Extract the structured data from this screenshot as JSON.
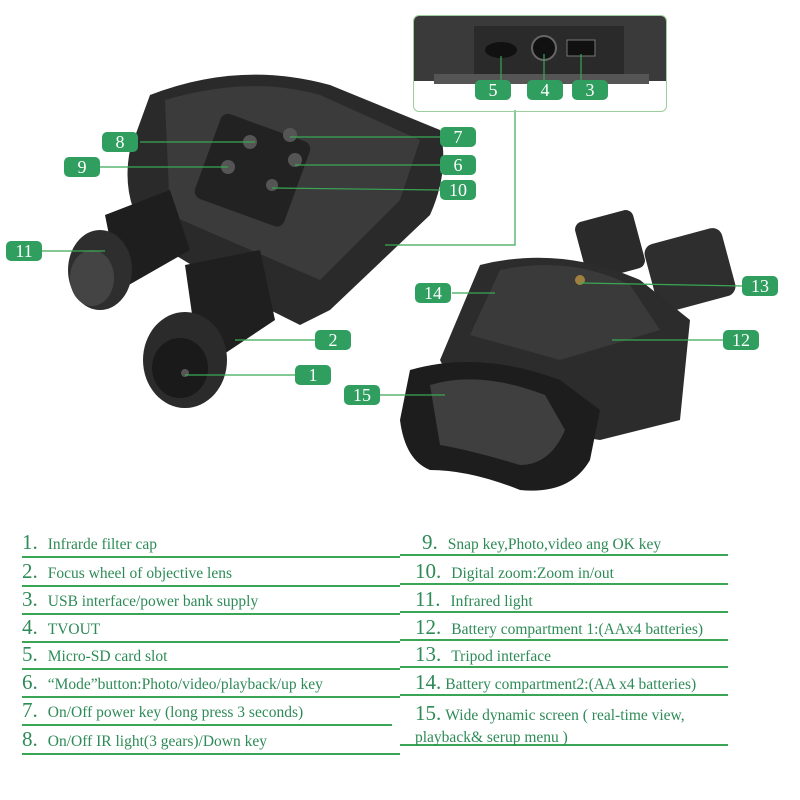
{
  "callouts": [
    "1",
    "2",
    "3",
    "4",
    "5",
    "6",
    "7",
    "8",
    "9",
    "10",
    "11",
    "12",
    "13",
    "14",
    "15"
  ],
  "legend": [
    {
      "num": "1.",
      "text": "Infrarde filter cap"
    },
    {
      "num": "2.",
      "text": "Focus wheel of objective lens"
    },
    {
      "num": "3.",
      "text": "USB interface/power bank supply"
    },
    {
      "num": "4.",
      "text": "TVOUT"
    },
    {
      "num": "5.",
      "text": "Micro-SD card slot"
    },
    {
      "num": "6.",
      "text": "“Mode”button:Photo/video/playback/up key"
    },
    {
      "num": "7.",
      "text": "On/Off power key (long press 3 seconds)"
    },
    {
      "num": "8.",
      "text": "On/Off IR light(3 gears)/Down key"
    },
    {
      "num": "9.",
      "text": "Snap key,Photo,video ang OK  key"
    },
    {
      "num": "10.",
      "text": "Digital zoom:Zoom  in/out"
    },
    {
      "num": "11.",
      "text": "Infrared light"
    },
    {
      "num": "12.",
      "text": "Battery compartment 1:(AAx4 batteries)"
    },
    {
      "num": "13.",
      "text": "Tripod interface"
    },
    {
      "num": "14.",
      "text": "Battery compartment2:(AA x4 batteries)"
    },
    {
      "num": "15.",
      "text": "Wide dynamic screen ( real-time view, playback& serup menu )"
    }
  ],
  "colors": {
    "accent": "#2f9e5f",
    "text": "#2e8b57",
    "line": "#3aa655"
  }
}
